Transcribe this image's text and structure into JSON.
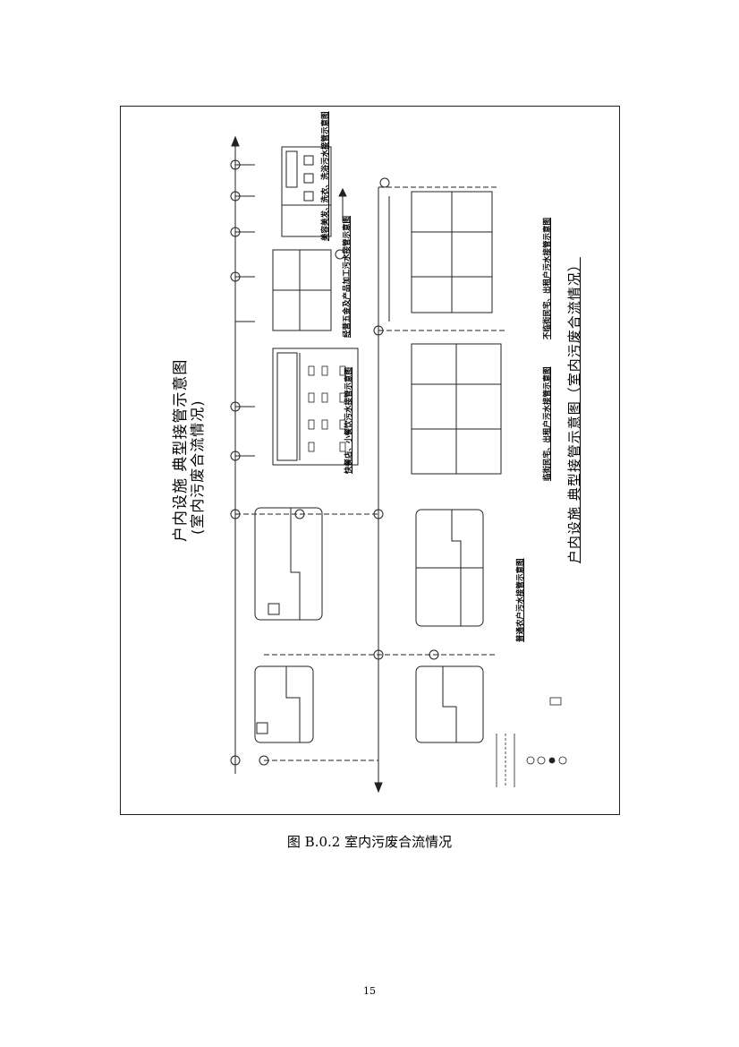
{
  "figure": {
    "title_line1": "户内设施 典型接管示意图",
    "title_line2": "(室内污废合流情况)",
    "bottom_title": "户内设施 典型接管示意图（室内污废合流情况）",
    "sub_captions": {
      "clothing_beauty": "美容美发、洗衣、洗浴污水接管示意图",
      "catering": "快餐店、小餐饮污水接管示意图",
      "hardware": "经营五金及产品加工污水接管示意图",
      "non_roadside": "不临街民宅、出租户污水接管示意图",
      "roadside": "临街民宅、出租户污水接管示意图",
      "ordinary": "普通农户污水接管示意图"
    }
  },
  "caption": "图 B.0.2 室内污废合流情况",
  "page_number": "15",
  "colors": {
    "line": "#222222",
    "frame": "#222222",
    "background": "#ffffff"
  }
}
